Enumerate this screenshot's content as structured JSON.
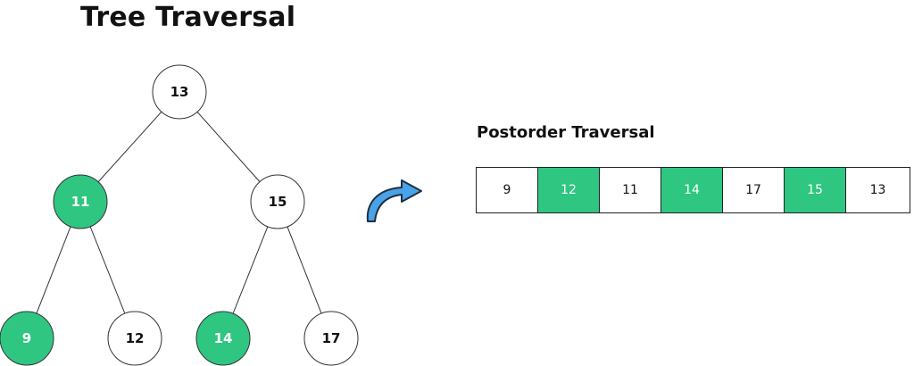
{
  "header": {
    "title": "Tree Traversal"
  },
  "traversal": {
    "title": "Postorder Traversal"
  },
  "colors": {
    "highlight": "#2fc682",
    "node_fill": "#ffffff",
    "stroke": "#333333",
    "arrow": "#4aa3e8"
  },
  "tree": {
    "nodes": [
      {
        "id": "n13",
        "label": "13",
        "highlighted": false
      },
      {
        "id": "n11",
        "label": "11",
        "highlighted": true
      },
      {
        "id": "n15",
        "label": "15",
        "highlighted": false
      },
      {
        "id": "n9",
        "label": "9",
        "highlighted": true
      },
      {
        "id": "n12",
        "label": "12",
        "highlighted": false
      },
      {
        "id": "n14",
        "label": "14",
        "highlighted": true
      },
      {
        "id": "n17",
        "label": "17",
        "highlighted": false
      }
    ],
    "edges": [
      [
        "n13",
        "n11"
      ],
      [
        "n13",
        "n15"
      ],
      [
        "n11",
        "n9"
      ],
      [
        "n11",
        "n12"
      ],
      [
        "n15",
        "n14"
      ],
      [
        "n15",
        "n17"
      ]
    ]
  },
  "sequence": [
    {
      "label": "9",
      "highlighted": false
    },
    {
      "label": "12",
      "highlighted": true
    },
    {
      "label": "11",
      "highlighted": false
    },
    {
      "label": "14",
      "highlighted": true
    },
    {
      "label": "17",
      "highlighted": false
    },
    {
      "label": "15",
      "highlighted": true
    },
    {
      "label": "13",
      "highlighted": false
    }
  ]
}
